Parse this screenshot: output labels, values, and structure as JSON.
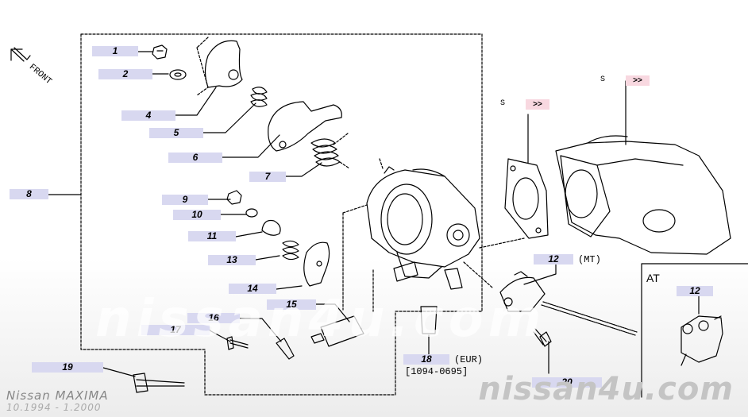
{
  "callouts": {
    "c1": "1",
    "c2": "2",
    "c4": "4",
    "c5": "5",
    "c6": "6",
    "c7": "7",
    "c8": "8",
    "c9": "9",
    "c10": "10",
    "c11": "11",
    "c13": "13",
    "c14": "14",
    "c15": "15",
    "c16": "16",
    "c17": "17",
    "c18": "18",
    "c19": "19",
    "c20": "20",
    "c12_mt": "12",
    "c12_at": "12"
  },
  "notes": {
    "front": "FRONT",
    "mt": "(MT)",
    "at": "AT",
    "eur": "(EUR)",
    "eur_dates": "[1094-0695]"
  },
  "ref_marks": {
    "a": ">>",
    "b": ">>",
    "a_prefix": "S",
    "b_prefix": "S"
  },
  "watermark": {
    "big": "nissan4u.com",
    "logo": "nissan4u.com"
  },
  "brand": {
    "model": "Nissan MAXIMA",
    "years": "10.1994 - 1.2000"
  },
  "colors": {
    "callout_bg": "#d8d8f0",
    "ref_bg": "#f8d8e0",
    "line": "#000000"
  }
}
